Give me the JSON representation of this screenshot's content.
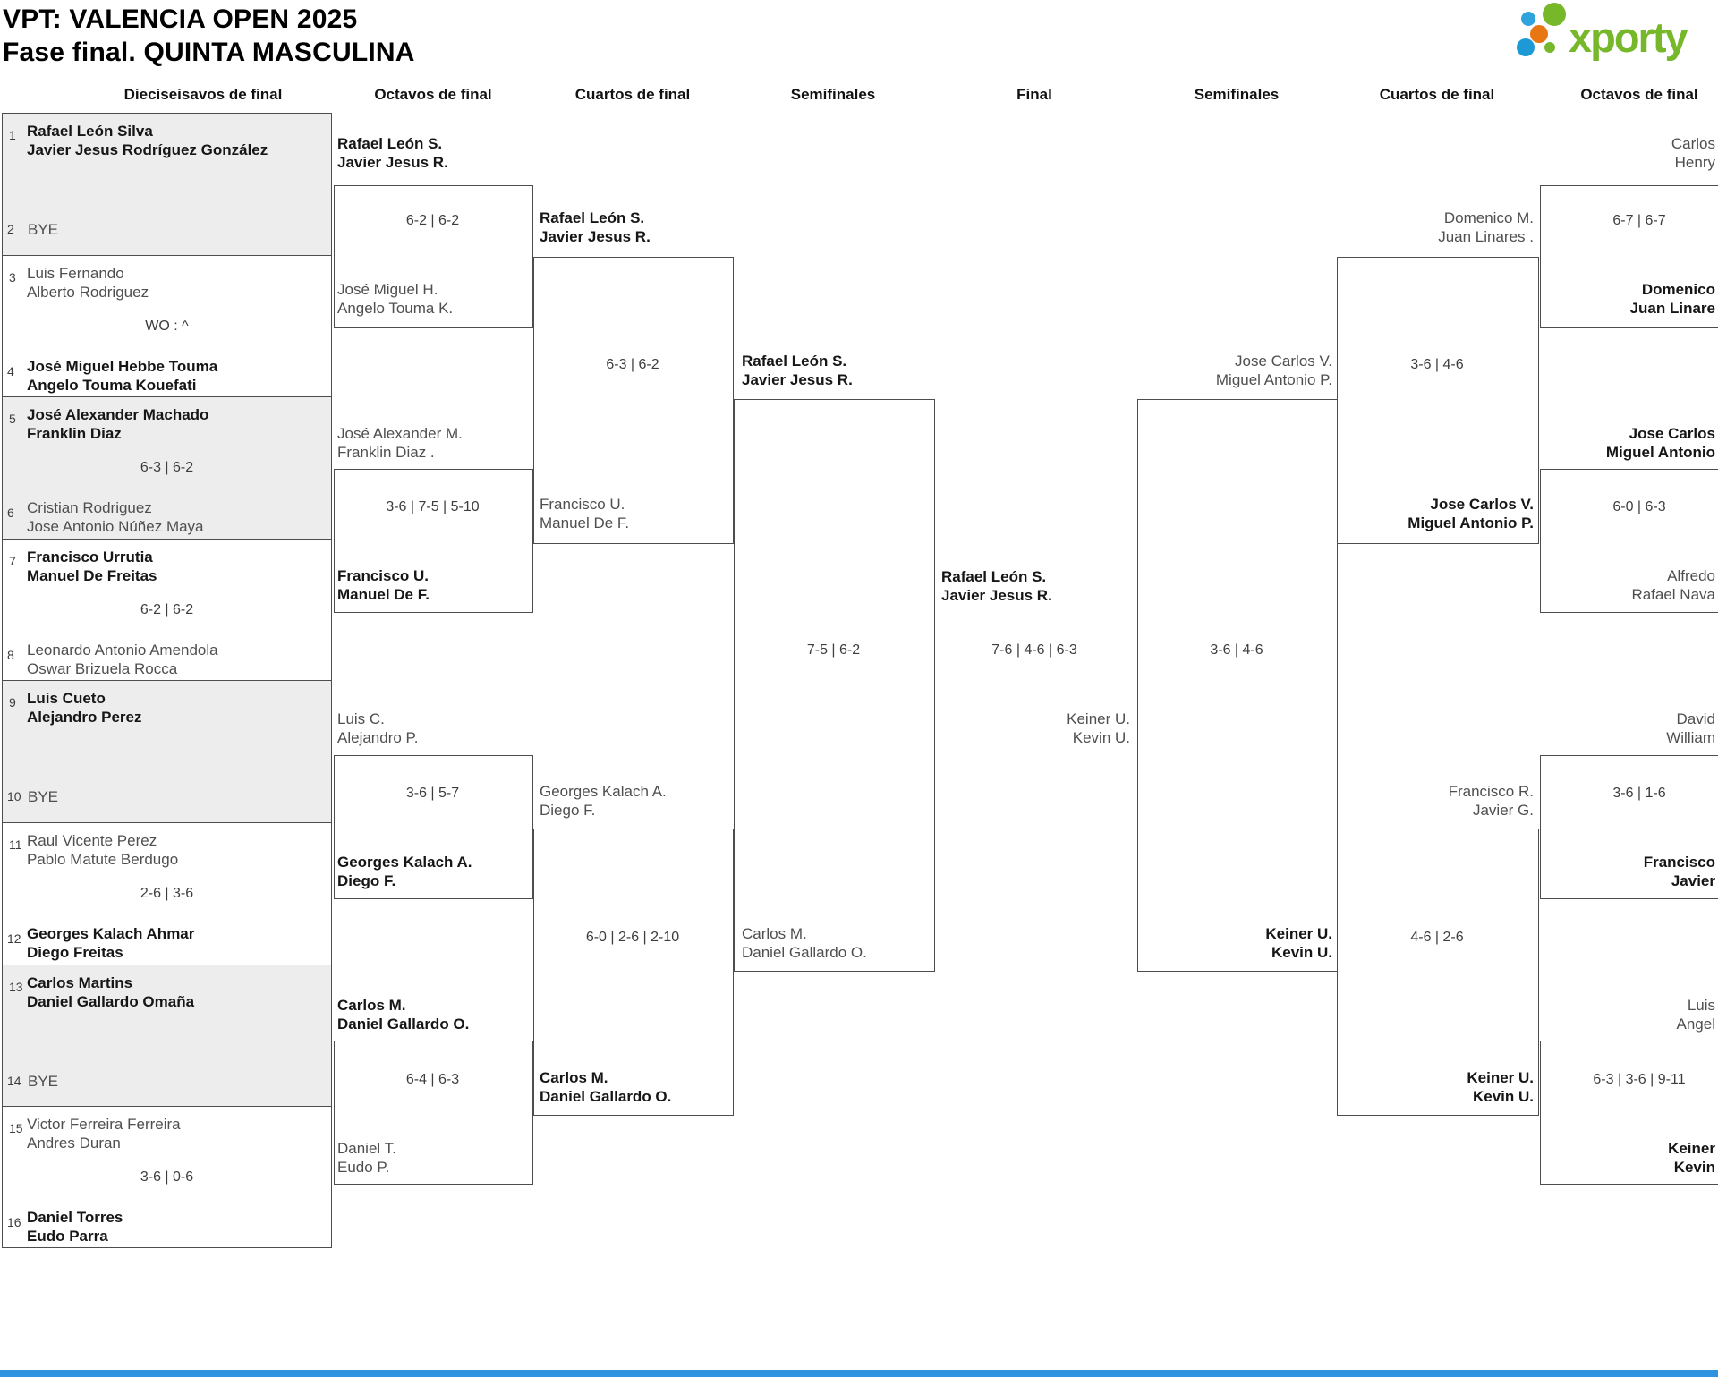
{
  "title": {
    "line1": "VPT: VALENCIA OPEN 2025",
    "line2": "Fase final. QUINTA MASCULINA"
  },
  "logo": {
    "text": "xporty",
    "green": "#76b82a",
    "blue": "#2fa3dc",
    "orange": "#e87612"
  },
  "round_headers": [
    "Dieciseisavos de final",
    "Octavos de final",
    "Cuartos de final",
    "Semifinales",
    "Final",
    "Semifinales",
    "Cuartos de final",
    "Octavos de final"
  ],
  "r32": [
    {
      "seed_top": "1",
      "top1": "Rafael León Silva",
      "top2": "Javier Jesus Rodríguez González",
      "center": "",
      "seed_bot": "2",
      "bot1": "BYE",
      "bot2": ""
    },
    {
      "seed_top": "3",
      "top1": "Luis Fernando",
      "top2": "Alberto Rodriguez",
      "center": "WO : ^",
      "seed_bot": "4",
      "bot1": "José Miguel Hebbe Touma",
      "bot2": "Angelo Touma Kouefati"
    },
    {
      "seed_top": "5",
      "top1": "José Alexander Machado",
      "top2": "Franklin Diaz",
      "center": "6-3 | 6-2",
      "seed_bot": "6",
      "bot1": "Cristian Rodriguez",
      "bot2": "Jose Antonio Núñez Maya"
    },
    {
      "seed_top": "7",
      "top1": "Francisco Urrutia",
      "top2": "Manuel De Freitas",
      "center": "6-2 | 6-2",
      "seed_bot": "8",
      "bot1": "Leonardo Antonio Amendola",
      "bot2": "Oswar Brizuela Rocca"
    },
    {
      "seed_top": "9",
      "top1": "Luis Cueto",
      "top2": "Alejandro Perez",
      "center": "",
      "seed_bot": "10",
      "bot1": "BYE",
      "bot2": ""
    },
    {
      "seed_top": "11",
      "top1": "Raul Vicente Perez",
      "top2": "Pablo Matute Berdugo",
      "center": "2-6 | 3-6",
      "seed_bot": "12",
      "bot1": "Georges Kalach Ahmar",
      "bot2": "Diego Freitas"
    },
    {
      "seed_top": "13",
      "top1": "Carlos Martins",
      "top2": "Daniel Gallardo Omaña",
      "center": "",
      "seed_bot": "14",
      "bot1": "BYE",
      "bot2": ""
    },
    {
      "seed_top": "15",
      "top1": "Victor Ferreira Ferreira",
      "top2": "Andres Duran",
      "center": "3-6 | 0-6",
      "seed_bot": "16",
      "bot1": "Daniel Torres",
      "bot2": "Eudo Parra"
    }
  ],
  "matches": {
    "ol1": {
      "t1a": "Rafael León S.",
      "t1b": "Javier Jesus R.",
      "score": "6-2 | 6-2",
      "t2a": "José Miguel H.",
      "t2b": "Angelo Touma K."
    },
    "ol2": {
      "t1a": "José Alexander M.",
      "t1b": "Franklin Diaz .",
      "score": "3-6 | 7-5 | 5-10",
      "t2a": "Francisco U.",
      "t2b": "Manuel De F."
    },
    "ol3": {
      "t1a": "Luis C.",
      "t1b": "Alejandro P.",
      "score": "3-6 | 5-7",
      "t2a": "Georges Kalach A.",
      "t2b": "Diego F."
    },
    "ol4": {
      "t1a": "Carlos M.",
      "t1b": "Daniel Gallardo O.",
      "score": "6-4 | 6-3",
      "t2a": "Daniel T.",
      "t2b": "Eudo P."
    },
    "cl1": {
      "t1a": "Rafael León S.",
      "t1b": "Javier Jesus R.",
      "score": "6-3 | 6-2",
      "t2a": "Francisco U.",
      "t2b": "Manuel De F."
    },
    "cl2": {
      "t1a": "Georges Kalach A.",
      "t1b": "Diego F.",
      "score": "6-0 | 2-6 | 2-10",
      "t2a": "Carlos M.",
      "t2b": "Daniel Gallardo O."
    },
    "sl": {
      "t1a": "Rafael León S.",
      "t1b": "Javier Jesus R.",
      "score": "7-5 | 6-2",
      "t2a": "Carlos M.",
      "t2b": "Daniel Gallardo O."
    },
    "fin": {
      "t1a": "Rafael León S.",
      "t1b": "Javier Jesus R.",
      "score": "7-6 | 4-6 | 6-3",
      "t2a": "Keiner U.",
      "t2b": "Kevin U."
    },
    "sr": {
      "t1a": "Jose Carlos V.",
      "t1b": "Miguel Antonio P.",
      "score": "3-6 | 4-6",
      "t2a": "Keiner U.",
      "t2b": "Kevin U."
    },
    "cr1": {
      "t1a": "Domenico M.",
      "t1b": "Juan Linares .",
      "score": "3-6 | 4-6",
      "t2a": "Jose Carlos V.",
      "t2b": "Miguel Antonio P."
    },
    "cr2": {
      "t1a": "Francisco R.",
      "t1b": "Javier G.",
      "score": "4-6 | 2-6",
      "t2a": "Keiner U.",
      "t2b": "Kevin U."
    },
    "or1": {
      "t1a": "Carlos",
      "t1b": "Henry",
      "score": "6-7 | 6-7",
      "t2a": "Domenico",
      "t2b": "Juan Linare"
    },
    "or2": {
      "t1a": "Jose Carlos",
      "t1b": "Miguel Antonio",
      "score": "6-0 | 6-3",
      "t2a": "Alfredo",
      "t2b": "Rafael Nava"
    },
    "or3": {
      "t1a": "David",
      "t1b": "William",
      "score": "3-6 | 1-6",
      "t2a": "Francisco",
      "t2b": "Javier"
    },
    "or4": {
      "t1a": "Luis",
      "t1b": "Angel",
      "score": "6-3 | 3-6 | 9-11",
      "t2a": "Keiner",
      "t2b": "Kevin"
    }
  }
}
